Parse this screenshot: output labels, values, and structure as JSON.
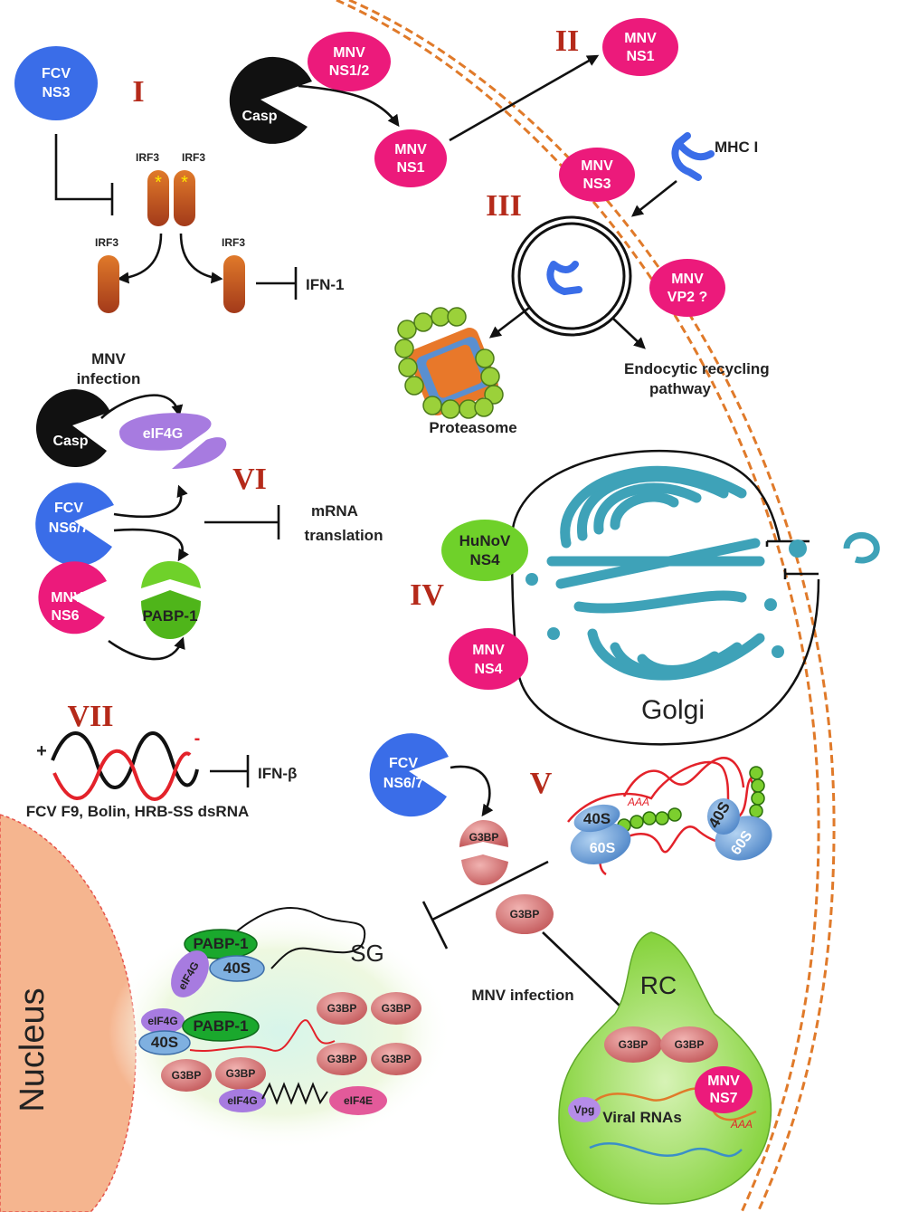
{
  "labels": {
    "roman": {
      "i": "I",
      "ii": "II",
      "iii": "III",
      "iv": "IV",
      "v": "V",
      "vi": "VI",
      "vii": "VII"
    },
    "fcv_ns3": [
      "FCV",
      "NS3"
    ],
    "irf3": "IRF3",
    "ifn1": "IFN-1",
    "casp": "Casp",
    "mnv_ns1_2": [
      "MNV",
      "NS1/2"
    ],
    "mnv_ns1": [
      "MNV",
      "NS1"
    ],
    "mnv_ns3": [
      "MNV",
      "NS3"
    ],
    "mhc1": "MHC I",
    "mnv_vp2": [
      "MNV",
      "VP2 ?"
    ],
    "proteasome": "Proteasome",
    "endocytic": [
      "Endocytic recycling",
      "pathway"
    ],
    "mnv_infection_top": [
      "MNV",
      "infection"
    ],
    "eif4g": "eIF4G",
    "fcv_ns67": [
      "FCV",
      "NS6/7"
    ],
    "mnv_ns6": [
      "MNV",
      "NS6"
    ],
    "pabp1": "PABP-1",
    "mrna_translation": [
      "mRNA",
      "translation"
    ],
    "hunov_ns4": [
      "HuNoV",
      "NS4"
    ],
    "mnv_ns4": [
      "MNV",
      "NS4"
    ],
    "golgi": "Golgi",
    "plus": "+",
    "minus": "-",
    "ifn_beta": "IFN-β",
    "dsrna": "FCV F9, Bolin, HRB-SS dsRNA",
    "g3bp": "G3BP",
    "aaa": "AAA",
    "s40": "40S",
    "s60": "60S",
    "nucleus": "Nucleus",
    "sg": "SG",
    "mnv_infection": "MNV infection",
    "rc": "RC",
    "mnv_ns7": [
      "MNV",
      "NS7"
    ],
    "vpg": "Vpg",
    "viral_rnas": "Viral RNAs",
    "eif4e": "eIF4E"
  },
  "colors": {
    "mnv": "#ec1a7b",
    "fcv": "#3a6de8",
    "hunov": "#6fd12a",
    "irf3": "#c85a1c",
    "golgi": "#3ea2b8",
    "g3bp": "#d26f70",
    "eif4g": "#a77be0",
    "pabp": "#1aa82d",
    "ribosome": "#6e9fd6",
    "membrane": "#e07a2a",
    "nucleus": "#f5b58f",
    "rc": "#7ccf2e",
    "roman": "#b52a1a"
  }
}
